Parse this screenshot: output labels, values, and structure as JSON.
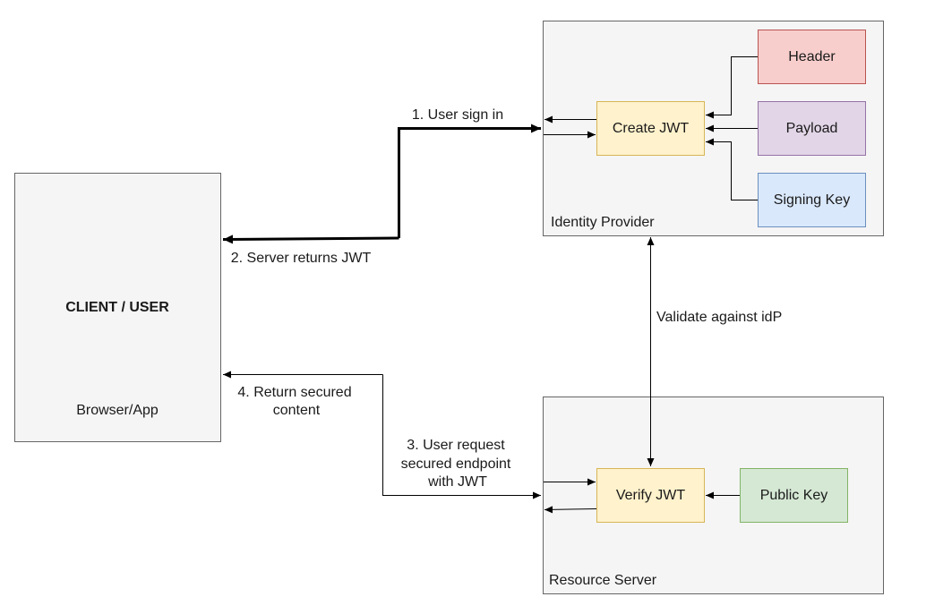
{
  "client": {
    "title": "CLIENT / USER",
    "subtitle": "Browser/App"
  },
  "identity_provider": {
    "label": "Identity Provider",
    "create_jwt": "Create JWT",
    "header": "Header",
    "payload": "Payload",
    "signing_key": "Signing Key"
  },
  "resource_server": {
    "label": "Resource Server",
    "verify_jwt": "Verify JWT",
    "public_key": "Public Key"
  },
  "edges": {
    "step1": "1. User sign in",
    "step2": "2. Server returns JWT",
    "step3": [
      "3. User request",
      "secured endpoint",
      "with JWT"
    ],
    "step4": [
      "4. Return secured",
      "content"
    ],
    "validate": "Validate against idP"
  },
  "colors": {
    "container_fill": "#f5f5f5",
    "container_stroke": "#666666",
    "jwt_fill": "#fff2cc",
    "jwt_stroke": "#d6b656",
    "header_fill": "#f8cecc",
    "header_stroke": "#b85450",
    "payload_fill": "#e1d5e7",
    "payload_stroke": "#9673a6",
    "signing_fill": "#dae8fc",
    "signing_stroke": "#6c8ebf",
    "public_fill": "#d5e8d4",
    "public_stroke": "#82b366"
  }
}
